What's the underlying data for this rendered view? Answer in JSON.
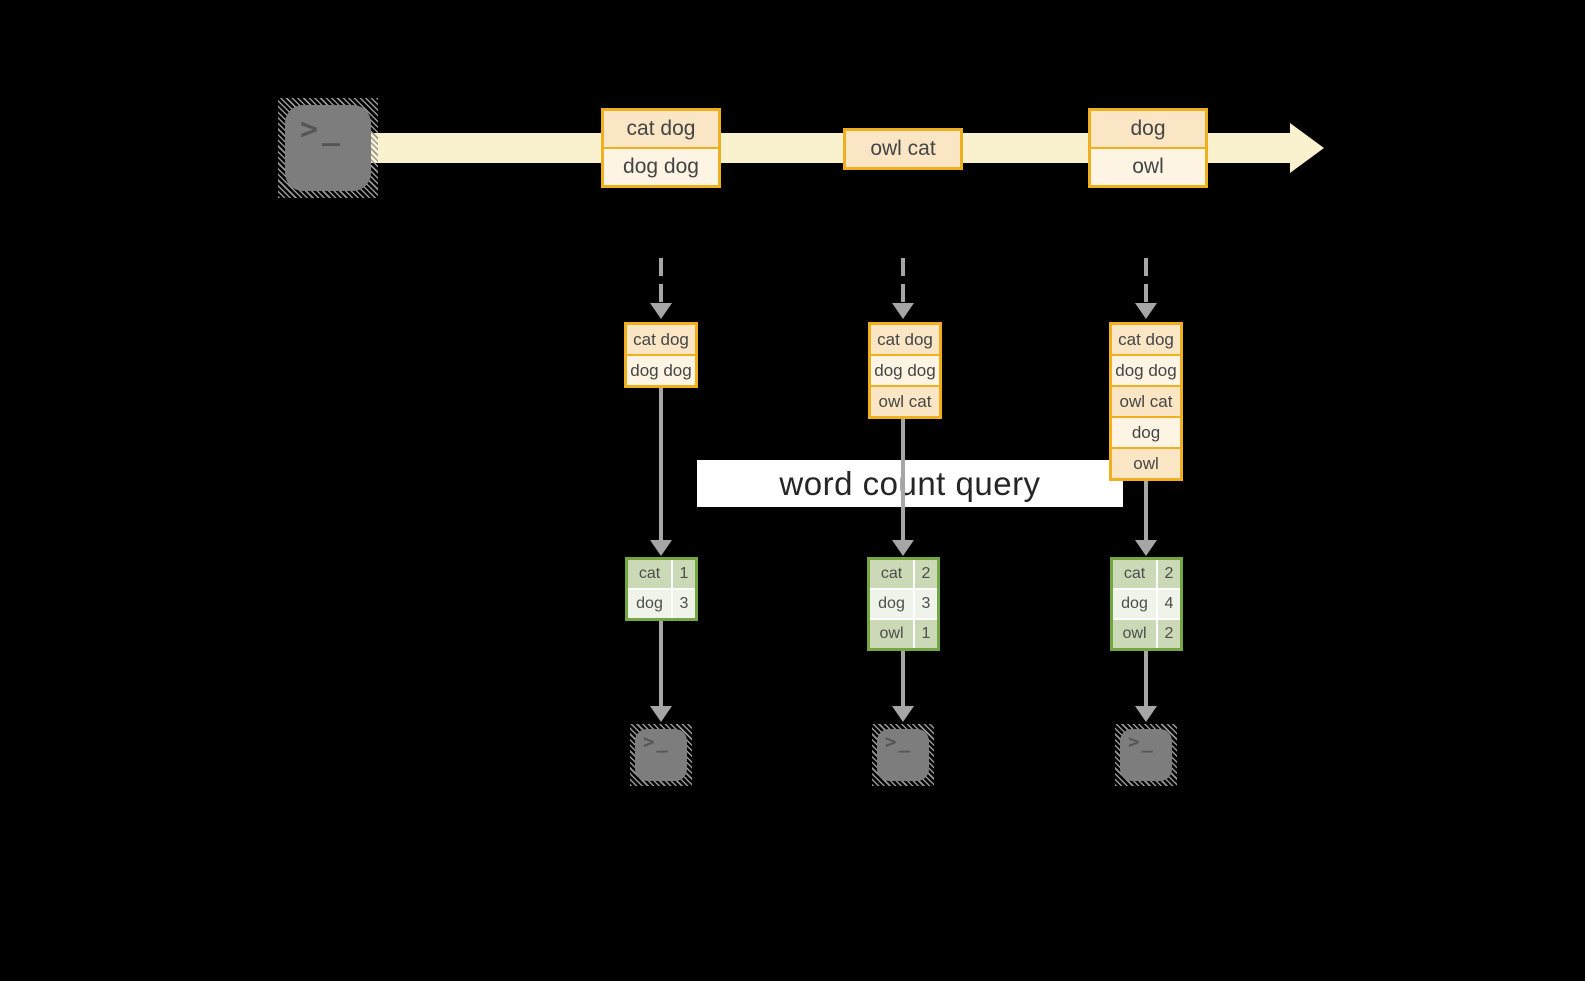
{
  "colors": {
    "background": "#000000",
    "stream_cream": "#FAF1CE",
    "event_border_gold": "#F0AF1E",
    "event_fill_dark": "#FAE5C5",
    "event_fill_light": "#FDF4E3",
    "result_border_green": "#74A743",
    "result_fill_dark": "#CBD9B7",
    "result_fill_light": "#F0F3EA",
    "arrow_gray": "#A6A6A6",
    "terminal_gray": "#7D7D7D"
  },
  "icons": {
    "terminal_glyph": ">_"
  },
  "query": {
    "label": "word count query"
  },
  "stream": {
    "events": [
      {
        "lines": [
          "cat dog",
          "dog dog"
        ]
      },
      {
        "lines": [
          "owl cat"
        ]
      },
      {
        "lines": [
          "dog",
          "owl"
        ]
      }
    ]
  },
  "columns": [
    {
      "state": [
        "cat dog",
        "dog dog"
      ],
      "result": {
        "rows": [
          [
            "cat",
            "1"
          ],
          [
            "dog",
            "3"
          ]
        ]
      }
    },
    {
      "state": [
        "cat dog",
        "dog dog",
        "owl cat"
      ],
      "result": {
        "rows": [
          [
            "cat",
            "2"
          ],
          [
            "dog",
            "3"
          ],
          [
            "owl",
            "1"
          ]
        ]
      }
    },
    {
      "state": [
        "cat dog",
        "dog dog",
        "owl cat",
        "dog",
        "owl"
      ],
      "result": {
        "rows": [
          [
            "cat",
            "2"
          ],
          [
            "dog",
            "4"
          ],
          [
            "owl",
            "2"
          ]
        ]
      }
    }
  ]
}
